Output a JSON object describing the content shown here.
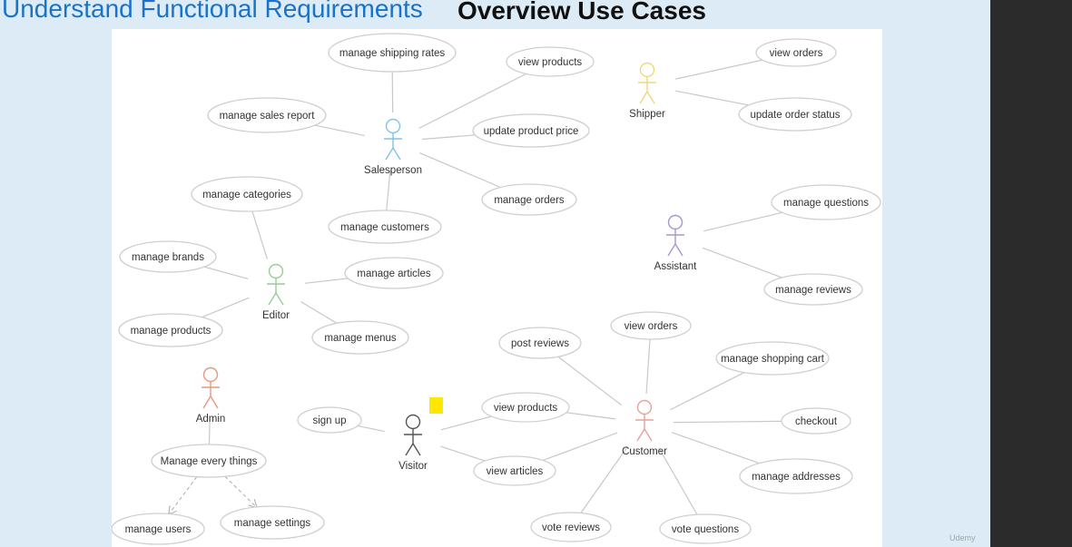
{
  "slide": {
    "title_left": "Understand Functional Requirements",
    "title_right": "Overview Use Cases",
    "watermark": "Udemy"
  },
  "actors": [
    {
      "id": "salesperson",
      "label": "Salesperson",
      "color": "#7fc3e6"
    },
    {
      "id": "shipper",
      "label": "Shipper",
      "color": "#f0d77a"
    },
    {
      "id": "editor",
      "label": "Editor",
      "color": "#98cc98"
    },
    {
      "id": "assistant",
      "label": "Assistant",
      "color": "#a897c9"
    },
    {
      "id": "admin",
      "label": "Admin",
      "color": "#e8977c"
    },
    {
      "id": "visitor",
      "label": "Visitor",
      "color": "#555555"
    },
    {
      "id": "customer",
      "label": "Customer",
      "color": "#e8a09a"
    }
  ],
  "use_cases": [
    {
      "id": "manage-shipping-rates",
      "label": "manage shipping rates"
    },
    {
      "id": "sp-view-products",
      "label": "view products"
    },
    {
      "id": "sh-view-orders",
      "label": "view orders"
    },
    {
      "id": "update-order-status",
      "label": "update order status"
    },
    {
      "id": "manage-sales-report",
      "label": "manage sales report"
    },
    {
      "id": "update-product-price",
      "label": "update product price"
    },
    {
      "id": "manage-orders",
      "label": "manage orders"
    },
    {
      "id": "manage-categories",
      "label": "manage categories"
    },
    {
      "id": "manage-customers",
      "label": "manage customers"
    },
    {
      "id": "manage-questions",
      "label": "manage questions"
    },
    {
      "id": "manage-brands",
      "label": "manage brands"
    },
    {
      "id": "manage-articles",
      "label": "manage articles"
    },
    {
      "id": "manage-reviews",
      "label": "manage reviews"
    },
    {
      "id": "manage-products",
      "label": "manage products"
    },
    {
      "id": "manage-menus",
      "label": "manage menus"
    },
    {
      "id": "cu-view-orders",
      "label": "view orders"
    },
    {
      "id": "post-reviews",
      "label": "post reviews"
    },
    {
      "id": "manage-shopping-cart",
      "label": "manage shopping cart"
    },
    {
      "id": "vi-view-products",
      "label": "view products"
    },
    {
      "id": "sign-up",
      "label": "sign up"
    },
    {
      "id": "checkout",
      "label": "checkout"
    },
    {
      "id": "manage-every-things",
      "label": "Manage every things"
    },
    {
      "id": "view-articles",
      "label": "view articles"
    },
    {
      "id": "manage-addresses",
      "label": "manage addresses"
    },
    {
      "id": "manage-users",
      "label": "manage users"
    },
    {
      "id": "manage-settings",
      "label": "manage settings"
    },
    {
      "id": "vote-reviews",
      "label": "vote reviews"
    },
    {
      "id": "vote-questions",
      "label": "vote questions"
    }
  ],
  "associations": [
    [
      "salesperson",
      "manage-shipping-rates"
    ],
    [
      "salesperson",
      "sp-view-products"
    ],
    [
      "salesperson",
      "manage-sales-report"
    ],
    [
      "salesperson",
      "update-product-price"
    ],
    [
      "salesperson",
      "manage-orders"
    ],
    [
      "salesperson",
      "manage-customers"
    ],
    [
      "shipper",
      "sh-view-orders"
    ],
    [
      "shipper",
      "update-order-status"
    ],
    [
      "editor",
      "manage-categories"
    ],
    [
      "editor",
      "manage-brands"
    ],
    [
      "editor",
      "manage-articles"
    ],
    [
      "editor",
      "manage-products"
    ],
    [
      "editor",
      "manage-menus"
    ],
    [
      "assistant",
      "manage-questions"
    ],
    [
      "assistant",
      "manage-reviews"
    ],
    [
      "admin",
      "manage-every-things"
    ],
    [
      "visitor",
      "sign-up"
    ],
    [
      "visitor",
      "vi-view-products"
    ],
    [
      "visitor",
      "view-articles"
    ],
    [
      "customer",
      "vi-view-products"
    ],
    [
      "customer",
      "view-articles"
    ],
    [
      "customer",
      "cu-view-orders"
    ],
    [
      "customer",
      "post-reviews"
    ],
    [
      "customer",
      "manage-shopping-cart"
    ],
    [
      "customer",
      "checkout"
    ],
    [
      "customer",
      "manage-addresses"
    ],
    [
      "customer",
      "vote-reviews"
    ],
    [
      "customer",
      "vote-questions"
    ]
  ],
  "includes": [
    [
      "manage-every-things",
      "manage-users"
    ],
    [
      "manage-every-things",
      "manage-settings"
    ]
  ],
  "note_color": "#ffe800"
}
